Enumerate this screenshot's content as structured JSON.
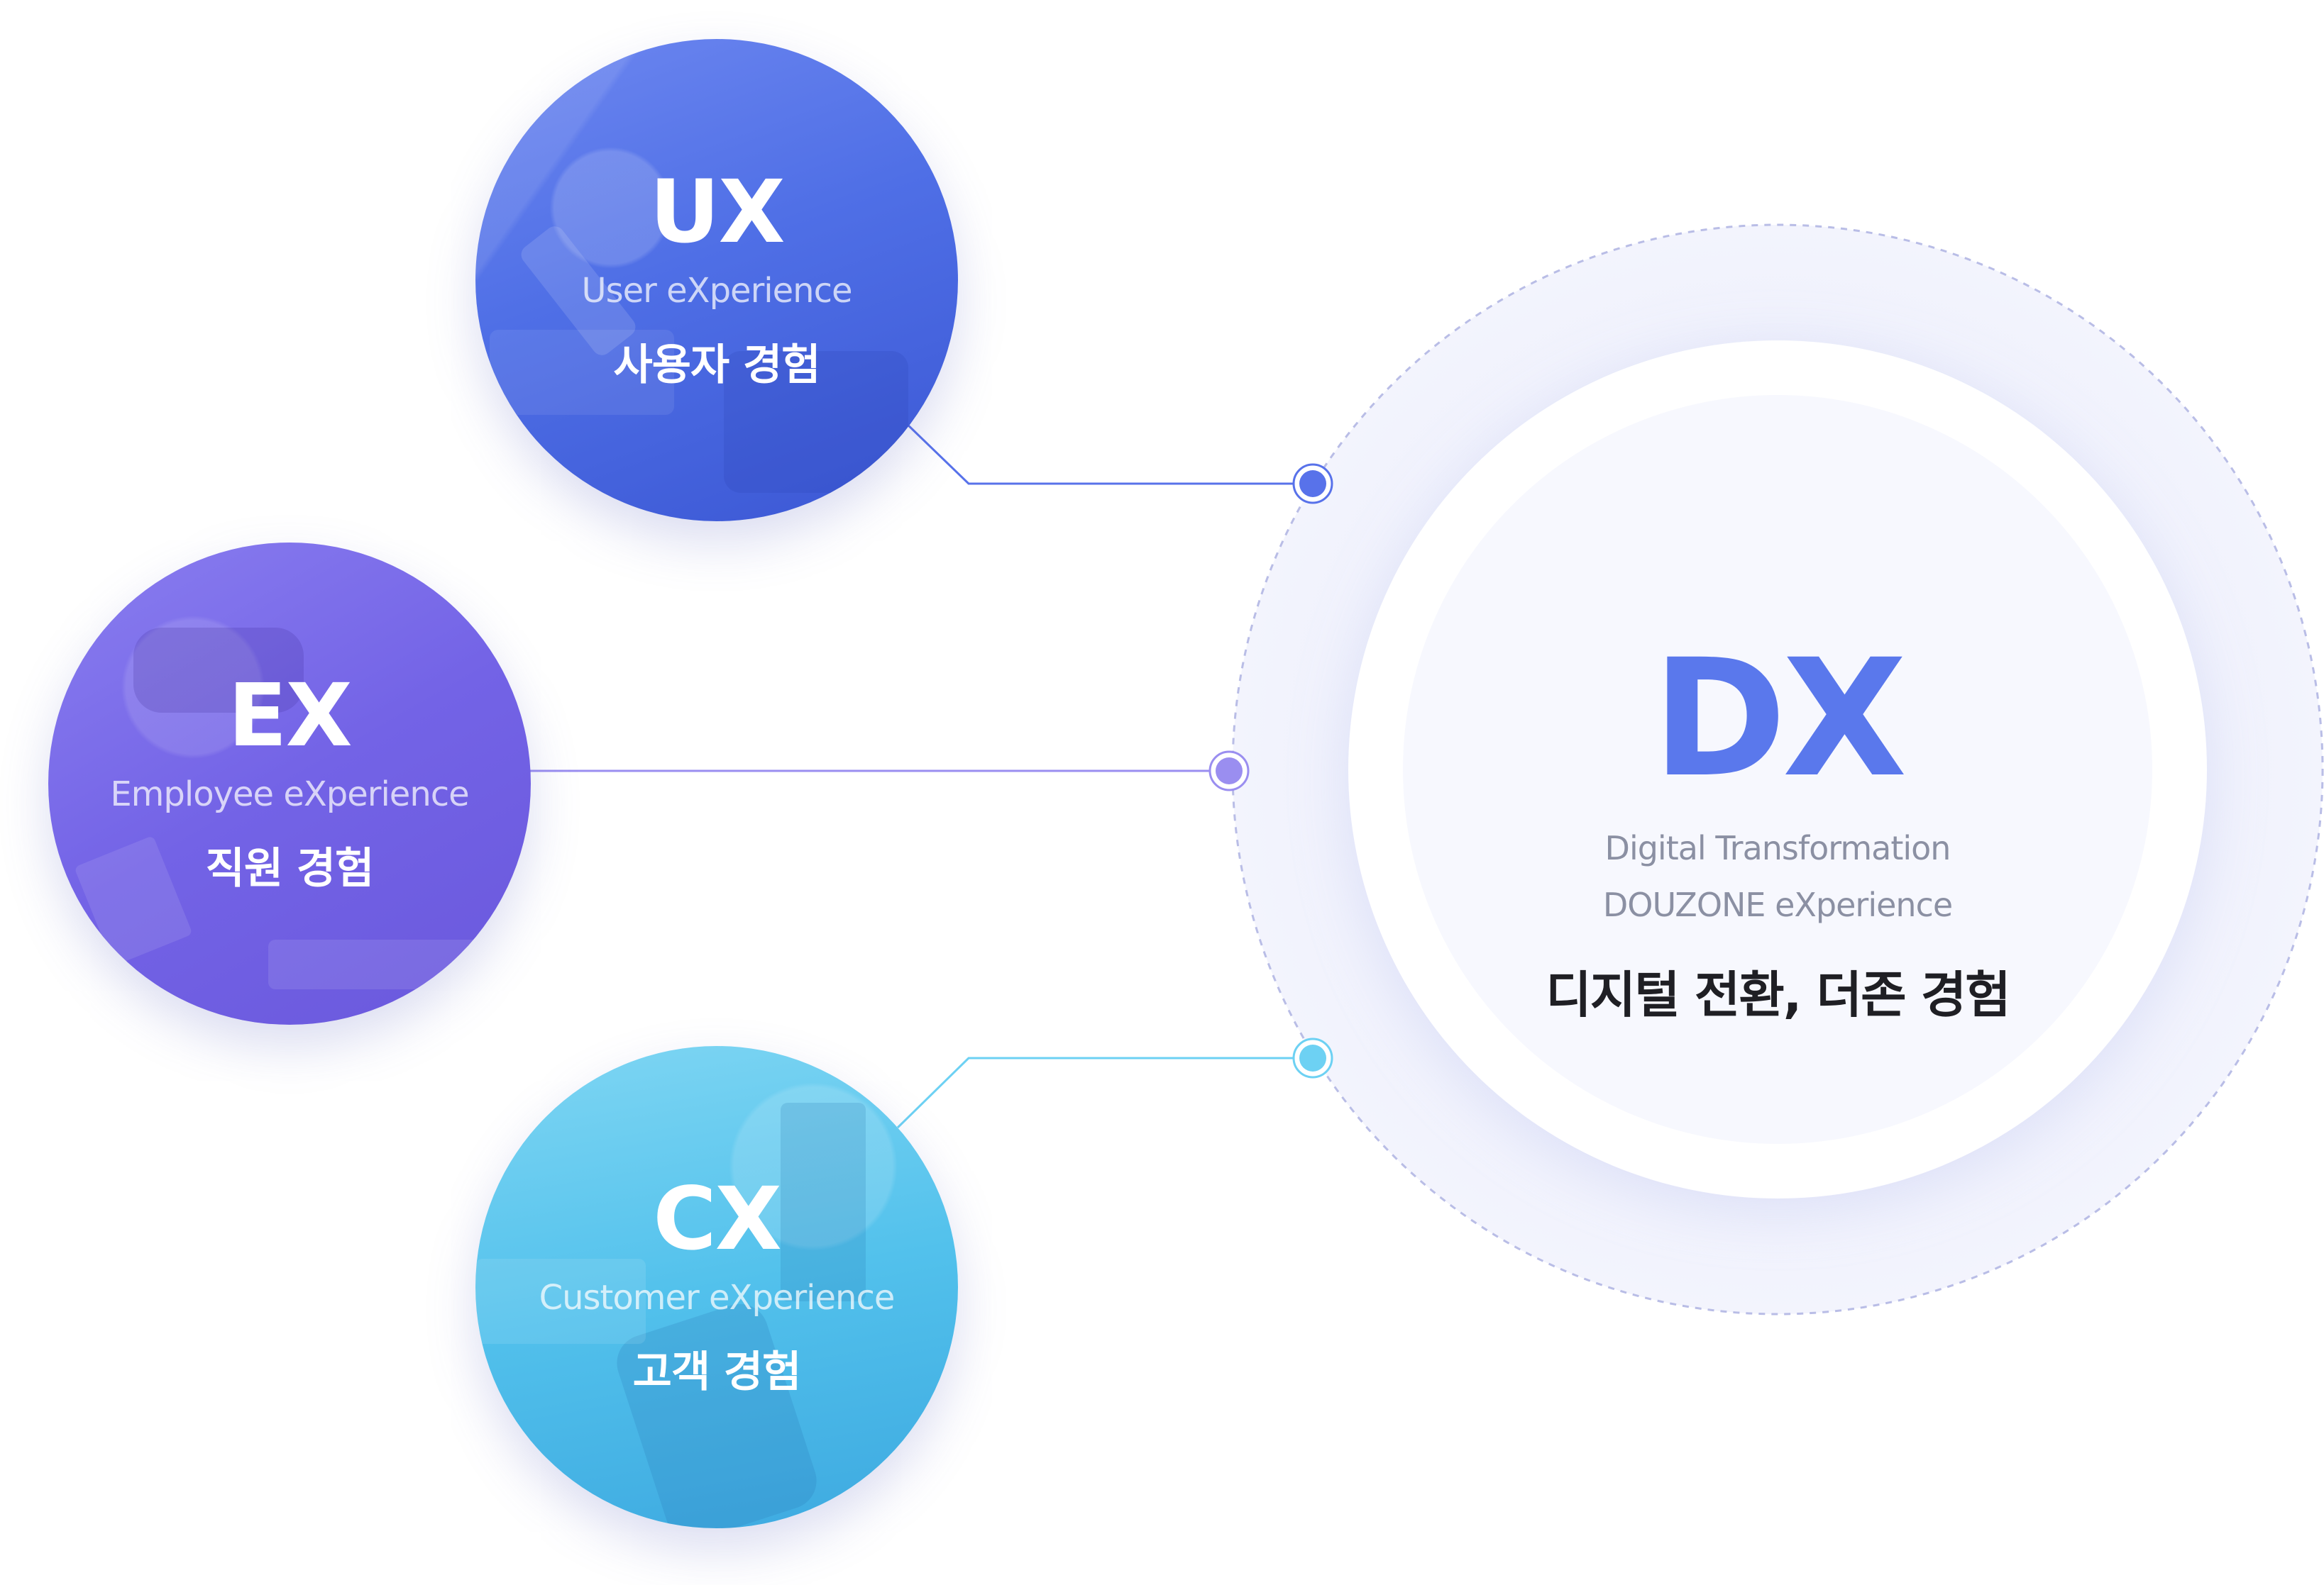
{
  "center": {
    "abbr": "DX",
    "english_line1": "Digital Transformation",
    "english_line2": "DOUZONE eXperience",
    "korean": "디지털 전환, 더존 경험",
    "accent_color": "#5a78ec"
  },
  "bubbles": [
    {
      "abbr": "UX",
      "english": "User eXperience",
      "korean": "사용자 경험",
      "color": "#4f6fe6"
    },
    {
      "abbr": "EX",
      "english": "Employee eXperience",
      "korean": "직원 경험",
      "color": "#7b6cea"
    },
    {
      "abbr": "CX",
      "english": "Customer eXperience",
      "korean": "고객 경험",
      "color": "#4fc1ec"
    }
  ],
  "connector_colors": {
    "ux": "#5872ea",
    "ex": "#9a8ef0",
    "cx": "#6dd1f3"
  }
}
